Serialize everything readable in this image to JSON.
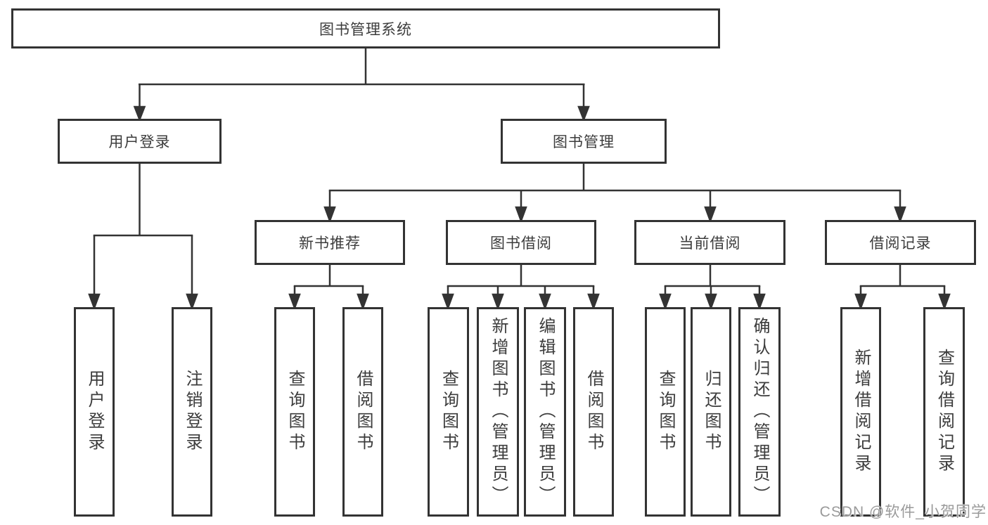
{
  "tree": {
    "root": {
      "label": "图书管理系统",
      "children": [
        {
          "label": "用户登录",
          "children": [
            {
              "label": "用户登录"
            },
            {
              "label": "注销登录"
            }
          ]
        },
        {
          "label": "图书管理",
          "children": [
            {
              "label": "新书推荐",
              "children": [
                {
                  "label": "查询图书"
                },
                {
                  "label": "借阅图书"
                }
              ]
            },
            {
              "label": "图书借阅",
              "children": [
                {
                  "label": "查询图书"
                },
                {
                  "label": "新增图书（管理员）"
                },
                {
                  "label": "编辑图书（管理员）"
                },
                {
                  "label": "借阅图书"
                }
              ]
            },
            {
              "label": "当前借阅",
              "children": [
                {
                  "label": "查询图书"
                },
                {
                  "label": "归还图书"
                },
                {
                  "label": "确认归还（管理员）"
                }
              ]
            },
            {
              "label": "借阅记录",
              "children": [
                {
                  "label": "新增借阅记录"
                },
                {
                  "label": "查询借阅记录"
                }
              ]
            }
          ]
        }
      ]
    }
  },
  "watermark": "CSDN @软件_小贺同学",
  "colors": {
    "line": "#333333",
    "box_border": "#333333",
    "text": "#3c3c3c",
    "background": "#ffffff",
    "watermark": "#9a9a9a"
  }
}
